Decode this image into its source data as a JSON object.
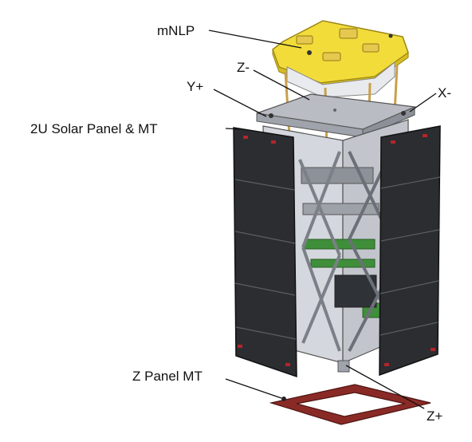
{
  "labels": {
    "mnlp": "mNLP",
    "z_minus": "Z-",
    "y_plus": "Y+",
    "x_minus": "X-",
    "solar_panel": "2U Solar Panel & MT",
    "z_panel": "Z Panel MT",
    "z_plus": "Z+"
  },
  "colors": {
    "mnlp_yellow": "#f2dc3a",
    "frame_gray": "#c9ccd2",
    "panel_dark": "#2b2d31",
    "panel_line": "#5a5d63",
    "rod_gold": "#c9a04a",
    "zpanel_red": "#8a2a26",
    "pcb_green": "#3f8f3a"
  }
}
